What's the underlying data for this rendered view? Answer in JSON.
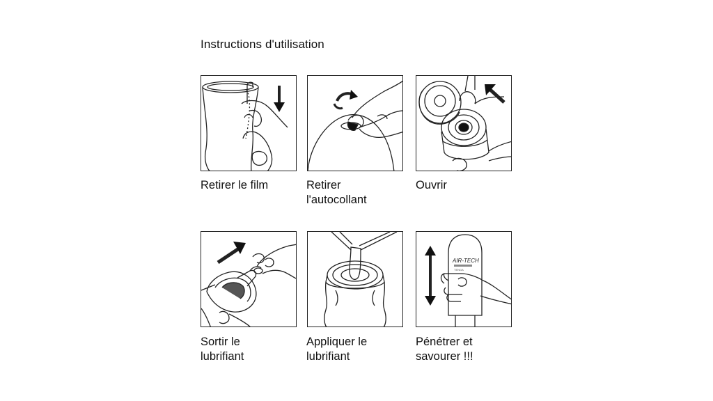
{
  "title": "Instructions d'utilisation",
  "steps": [
    {
      "line1": "Retirer le film",
      "line2": "",
      "illustration": "remove-film-illustration"
    },
    {
      "line1": "Retirer",
      "line2": "l'autocollant",
      "illustration": "remove-sticker-illustration"
    },
    {
      "line1": "Ouvrir",
      "line2": "",
      "illustration": "open-cap-illustration"
    },
    {
      "line1": "Sortir le",
      "line2": "lubrifiant",
      "illustration": "take-out-lubricant-illustration"
    },
    {
      "line1": "Appliquer le",
      "line2": "lubrifiant",
      "illustration": "apply-lubricant-illustration"
    },
    {
      "line1": "Pénétrer et",
      "line2": "savourer !!!",
      "illustration": "penetrate-enjoy-illustration"
    }
  ],
  "product_label": {
    "brand": "AIR-TECH",
    "tagline": "TENGA"
  },
  "colors": {
    "line": "#222222",
    "fill": "#111111",
    "background": "#ffffff"
  }
}
